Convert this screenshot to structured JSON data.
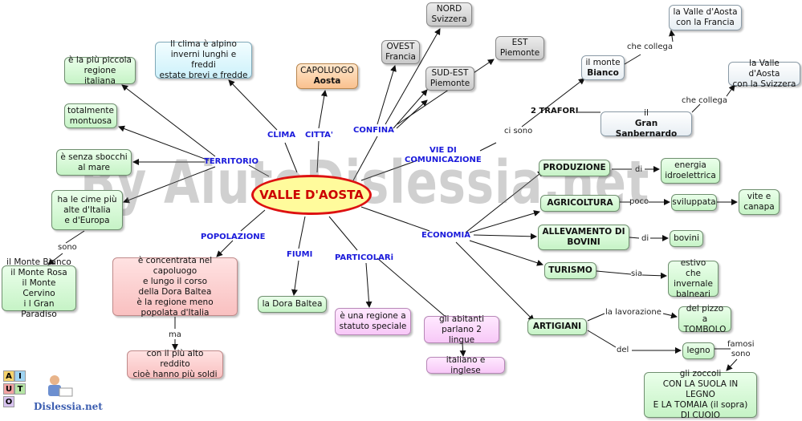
{
  "center": "VALLE D'AOSTA",
  "watermark": "By AiutoDislessia.net",
  "logo": {
    "letters": [
      "A",
      "I",
      "U",
      "T",
      "O"
    ],
    "site": "Dislessia.net"
  },
  "labels": {
    "clima": "CLIMA",
    "citta": "CITTA'",
    "confina": "CONFINA",
    "territorio": "TERRITORIO",
    "vie": "VIE DI\nCOMUNICAZIONE",
    "popolazione": "POPOLAZIONE",
    "fiumi": "FIUMI",
    "particolari": "PARTICOLARi",
    "economia": "ECONOMIA"
  },
  "links": {
    "ci_sono": "ci sono",
    "che_collega_1": "che collega",
    "che_collega_2": "che collega",
    "di_1": "di",
    "poco": "poco",
    "di_2": "di",
    "sia": "sia",
    "la_lavorazione": "la lavorazione",
    "del": "del",
    "famosi_sono": "famosi\nsono",
    "sono": "sono",
    "ma": "ma",
    "trafori": "2 TRAFORI"
  },
  "nodes": {
    "clima": "Il clima è alpino\ninverni lunghi e freddi\nestate brevi e fredde",
    "capoluogo": "CAPOLUOGO",
    "aosta": "Aosta",
    "nord": "NORD\nSvizzera",
    "ovest": "OVEST\nFrancia",
    "est": "EST\nPiemonte",
    "sudest": "SUD-EST\nPiemonte",
    "piu_piccola": "è la più piccola\nregione italiana",
    "montuosa": "totalmente\nmontuosa",
    "sbocchi": "è senza sbocchi\nal mare",
    "cime": "ha le cime più\nalte d'Italia\ne d'Europa",
    "monti": "il Monte Bianco\nil Monte Rosa\nil Monte Cervino\ni l Gran Paradiso",
    "concentrata": "è concentrata nel capoluogo\ne lungo il corso\ndella Dora Baltea\nè la regione meno\npopolata d'Italia",
    "reddito": "con il più alto reddito\ncioè hanno più soldi",
    "dora": "la Dora Baltea",
    "statuto": "è una regione a\nstatuto speciale",
    "lingue": "gli abitanti\nparlano 2 lingue",
    "italiano": "italiano e inglese",
    "bianco_pre": "il monte",
    "bianco": "Bianco",
    "sanb_pre": "il",
    "sanb": "Gran Sanbernardo",
    "francia": "la Valle d'Aosta\ncon la Francia",
    "svizzera": "la Valle d'Aosta\ncon la Svizzera",
    "produzione": "PRODUZIONE",
    "energia": "energia\nidroelettrica",
    "agricoltura": "AGRICOLTURA",
    "sviluppata": "sviluppata",
    "vite": "vite e\ncanapa",
    "allevamento": "ALLEVAMENTO DI\nBOVINI",
    "bovini": "bovini",
    "turismo": "TURISMO",
    "estivo": "estivo che\ninvernale\nbalneari",
    "artigiani": "ARTIGIANI",
    "pizzo": "del pizzo a\nTOMBOLO",
    "legno": "legno",
    "zoccoli": "gli zoccoli\nCON LA SUOLA IN LEGNO\nE LA TOMAIA (il sopra)\nDI CUOIO"
  }
}
